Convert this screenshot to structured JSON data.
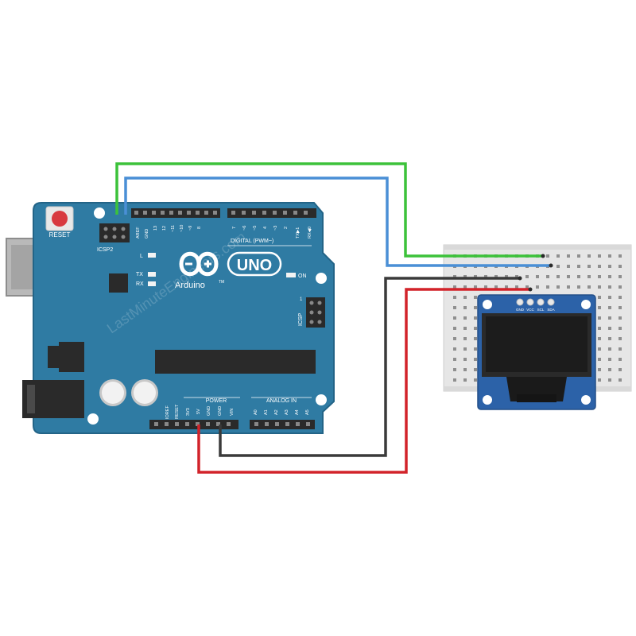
{
  "board": {
    "reset_label": "RESET",
    "icsp2_label": "ICSP2",
    "icsp_label": "ICSP",
    "led_l_label": "L",
    "tx_label": "TX",
    "rx_label": "RX",
    "on_label": "ON",
    "brand_label": "Arduino",
    "model_label": "UNO",
    "digital_label": "DIGITAL (PWM~)",
    "power_label": "POWER",
    "analog_label": "ANALOG IN",
    "top_pin_labels": [
      "AREF",
      "GND",
      "13",
      "12",
      "~11",
      "~10",
      "~9",
      "8",
      "7",
      "~6",
      "~5",
      "4",
      "~3",
      "2",
      "TX▶1",
      "RX◀0"
    ],
    "power_pin_labels": [
      "IOREF",
      "RESET",
      "3V3",
      "5V",
      "GND",
      "GND",
      "VIN"
    ],
    "analog_pin_labels": [
      "A0",
      "A1",
      "A2",
      "A3",
      "A4",
      "A5"
    ]
  },
  "oled": {
    "pin_labels": [
      "GND",
      "VCC",
      "SCL",
      "SDA"
    ]
  },
  "watermark": "LastMinuteEngineers.com",
  "colors": {
    "board": "#2f7ba3",
    "board_dark": "#236487",
    "wire_green": "#3cc23a",
    "wire_blue": "#4a8fd6",
    "wire_black": "#3a3a3a",
    "wire_red": "#d2232a",
    "breadboard": "#e6e6e6",
    "oled_pcb": "#2c62a8",
    "oled_screen": "#1f1f1f"
  }
}
